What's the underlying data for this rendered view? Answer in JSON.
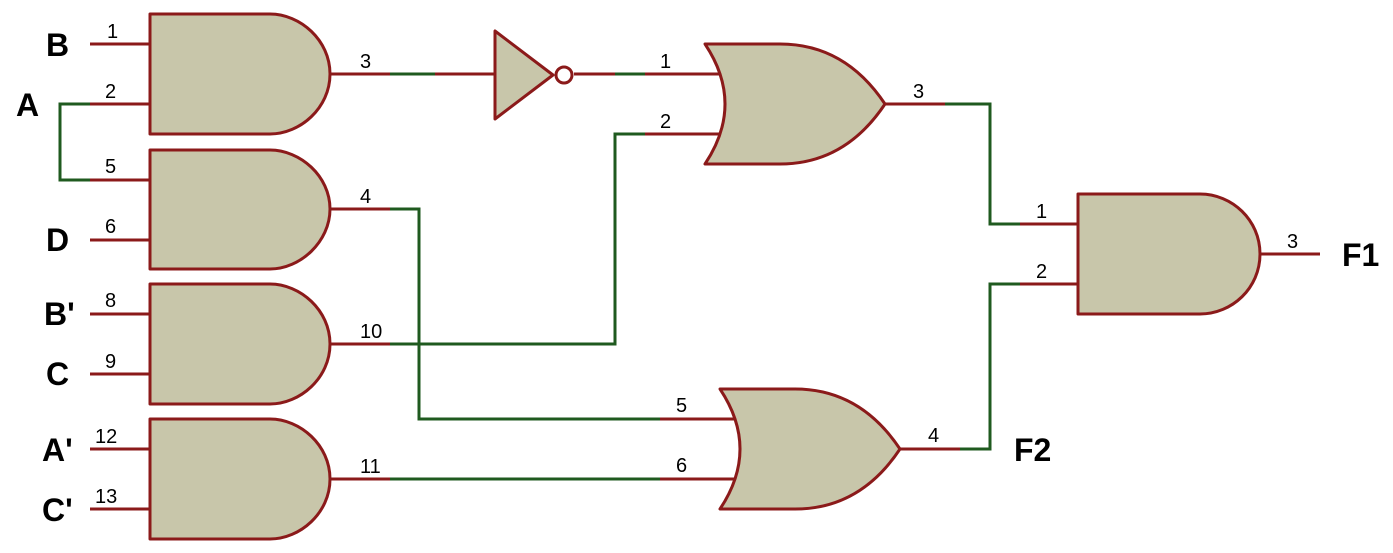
{
  "colors": {
    "gate_fill": "#c8c6aa",
    "gate_stroke": "#8b1a1a",
    "pin": "#8b1a1a",
    "wire": "#1f5a1f",
    "text": "#000000"
  },
  "signals": {
    "b": "B",
    "a": "A",
    "d": "D",
    "b_not": "B'",
    "c": "C",
    "a_not": "A'",
    "c_not": "C'",
    "f1": "F1",
    "f2": "F2"
  },
  "pins": {
    "and1_in1": "1",
    "and1_in2": "2",
    "and1_out": "3",
    "and2_in1": "5",
    "and2_in2": "6",
    "and2_out": "4",
    "and3_in1": "8",
    "and3_in2": "9",
    "and3_out": "10",
    "and4_in1": "12",
    "and4_in2": "13",
    "and4_out": "11",
    "or1_in1": "1",
    "or1_in2": "2",
    "or1_out": "3",
    "or2_in1": "5",
    "or2_in2": "6",
    "or2_out": "4",
    "and5_in1": "1",
    "and5_in2": "2",
    "and5_out": "3"
  },
  "gates": [
    {
      "id": "and1",
      "type": "AND"
    },
    {
      "id": "and2",
      "type": "AND"
    },
    {
      "id": "and3",
      "type": "AND"
    },
    {
      "id": "and4",
      "type": "AND"
    },
    {
      "id": "not1",
      "type": "NOT"
    },
    {
      "id": "or1",
      "type": "OR"
    },
    {
      "id": "or2",
      "type": "OR"
    },
    {
      "id": "and5",
      "type": "AND"
    }
  ]
}
